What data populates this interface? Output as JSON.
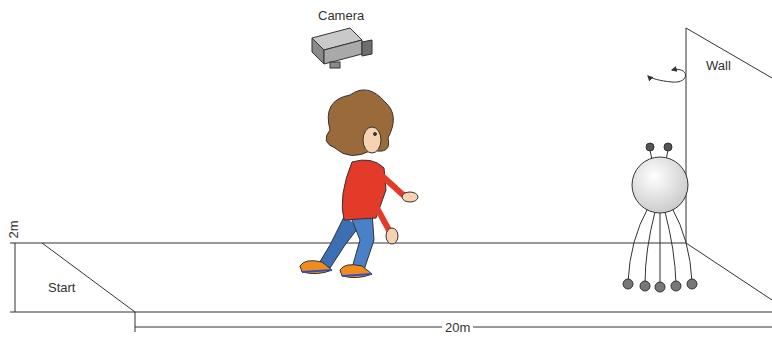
{
  "diagram": {
    "labels": [
      "Camera",
      "Wall",
      "2m",
      "Start",
      "20m"
    ]
  }
}
